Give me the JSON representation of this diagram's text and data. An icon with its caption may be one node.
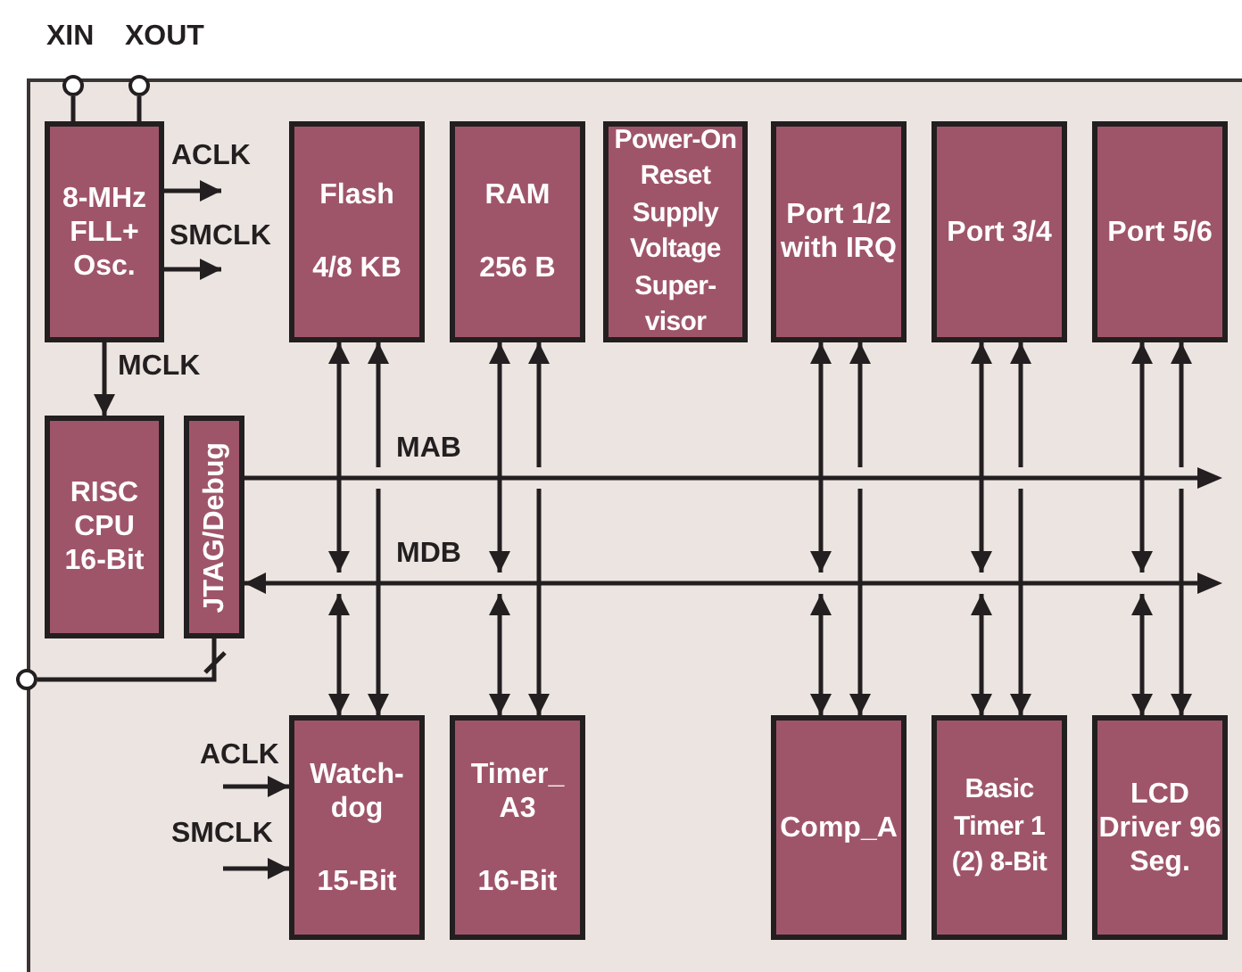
{
  "diagram": {
    "nodes": [
      {
        "text": [
          "XIN"
        ]
      },
      {
        "text": [
          "XOUT"
        ]
      },
      {
        "text": [
          "8-MHz FLL+ Osc."
        ]
      },
      {
        "text": [
          "Flash",
          "4/8 KB"
        ]
      },
      {
        "text": [
          "RAM",
          "256 B"
        ]
      },
      {
        "text": [
          "Power-On Reset Supply Voltage Super- visor"
        ]
      },
      {
        "text": [
          "Port 1/2 with IRQ"
        ]
      },
      {
        "text": [
          "Port 3/4"
        ]
      },
      {
        "text": [
          "Port 5/6"
        ]
      },
      {
        "text": [
          "RISC CPU 16-Bit"
        ]
      },
      {
        "text": [
          "JTAG/Debug"
        ]
      },
      {
        "text": [
          "Watch- dog",
          "15-Bit"
        ]
      },
      {
        "text": [
          "Timer_ A3",
          "16-Bit"
        ]
      },
      {
        "text": [
          "Comp_A"
        ]
      },
      {
        "text": [
          "Basic Timer 1 (2) 8-Bit"
        ]
      },
      {
        "text": [
          "LCD Driver 96 Seg."
        ]
      },
      {
        "text": [],
        "shape": "bar"
      },
      {
        "text": [],
        "shape": "bar"
      },
      {
        "text": [],
        "shape": "circle"
      }
    ],
    "edges": [
      {
        "from": 0,
        "to": 2,
        "arrow": "none"
      },
      {
        "from": 1,
        "to": 2,
        "arrow": "none"
      },
      {
        "from": 2,
        "to": null,
        "arrow": "to",
        "label": "ACLK"
      },
      {
        "from": 2,
        "to": null,
        "arrow": "to",
        "label": "SMCLK"
      },
      {
        "from": 2,
        "to": 9,
        "arrow": "to",
        "label": "MCLK"
      },
      {
        "from": 10,
        "to": 16,
        "arrow": "none"
      },
      {
        "from": 17,
        "to": 10,
        "arrow": "to"
      },
      {
        "from": 3,
        "to": 17,
        "arrow": "both"
      },
      {
        "from": 16,
        "to": 3,
        "arrow": "to"
      },
      {
        "from": 17,
        "to": 11,
        "arrow": "both"
      },
      {
        "from": 16,
        "to": 11,
        "arrow": "to"
      },
      {
        "from": 4,
        "to": 17,
        "arrow": "both"
      },
      {
        "from": 16,
        "to": 4,
        "arrow": "to"
      },
      {
        "from": 17,
        "to": 12,
        "arrow": "both"
      },
      {
        "from": 16,
        "to": 12,
        "arrow": "to"
      },
      {
        "from": 6,
        "to": 17,
        "arrow": "both"
      },
      {
        "from": 16,
        "to": 6,
        "arrow": "to"
      },
      {
        "from": 17,
        "to": 13,
        "arrow": "both"
      },
      {
        "from": 16,
        "to": 13,
        "arrow": "to"
      },
      {
        "from": 7,
        "to": 17,
        "arrow": "both"
      },
      {
        "from": 16,
        "to": 7,
        "arrow": "to"
      },
      {
        "from": 17,
        "to": 14,
        "arrow": "both"
      },
      {
        "from": 16,
        "to": 14,
        "arrow": "to"
      },
      {
        "from": 8,
        "to": 17,
        "arrow": "both"
      },
      {
        "from": 16,
        "to": 8,
        "arrow": "to"
      },
      {
        "from": 17,
        "to": 15,
        "arrow": "both"
      },
      {
        "from": 16,
        "to": 15,
        "arrow": "to"
      },
      {
        "from": 10,
        "to": 18,
        "arrow": "none"
      },
      {
        "from": null,
        "to": 11,
        "arrow": "to",
        "label": "ACLK"
      },
      {
        "from": null,
        "to": 11,
        "arrow": "to",
        "label": "SMCLK"
      }
    ],
    "labels": [
      "MAB",
      "MDB"
    ]
  }
}
